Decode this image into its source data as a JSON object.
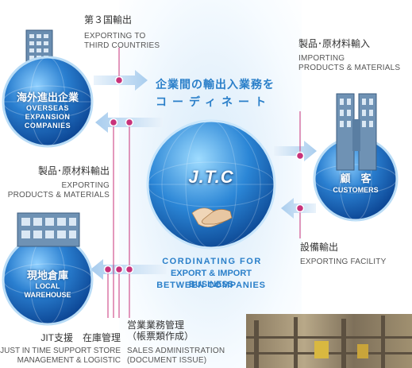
{
  "center": {
    "title_line1": "企業間の輸出入業務を",
    "title_line2": "コーディネート",
    "logo": "J.T.C",
    "en_line1": "CORDINATING FOR",
    "en_line2": "EXPORT & IMPORT BUSINESS",
    "en_line3": "BETWEEN COMPANIES"
  },
  "nodes": {
    "overseas": {
      "jp": "海外進出企業",
      "en_line1": "OVERSEAS",
      "en_line2": "EXPANSION",
      "en_line3": "COMPANIES"
    },
    "customers": {
      "jp": "顧　客",
      "en": "CUSTOMERS"
    },
    "warehouse": {
      "jp": "現地倉庫",
      "en_line1": "LOCAL",
      "en_line2": "WAREHOUSE"
    }
  },
  "flows": {
    "export_third": {
      "jp": "第３国輸出",
      "en_line1": "EXPORTING TO",
      "en_line2": "THIRD COUNTRIES"
    },
    "importing": {
      "jp": "製品･原材料輸入",
      "en_line1": "IMPORTING",
      "en_line2": "PRODUCTS & MATERIALS"
    },
    "exporting_products": {
      "jp": "製品･原材料輸出",
      "en_line1": "EXPORTING",
      "en_line2": "PRODUCTS & MATERIALS"
    },
    "facility": {
      "jp": "設備輸出",
      "en": "EXPORTING FACILITY"
    },
    "jit": {
      "jp": "JIT支援　在庫管理",
      "en_line1": "JUST IN TIME SUPPORT STORE",
      "en_line2": "MANAGEMENT & LOGISTIC"
    },
    "sales": {
      "jp_line1": "営業業務管理",
      "jp_line2": "（帳票類作成）",
      "en_line1": "SALES ADMINISTRATION",
      "en_line2": "(DOCUMENT ISSUE)"
    }
  },
  "colors": {
    "accent_blue": "#2a7fc9",
    "globe_dark": "#0a4a9a",
    "globe_light": "#6fb8ee",
    "dot_magenta": "#c8327a",
    "arrow_light": "#cfe4f6"
  }
}
